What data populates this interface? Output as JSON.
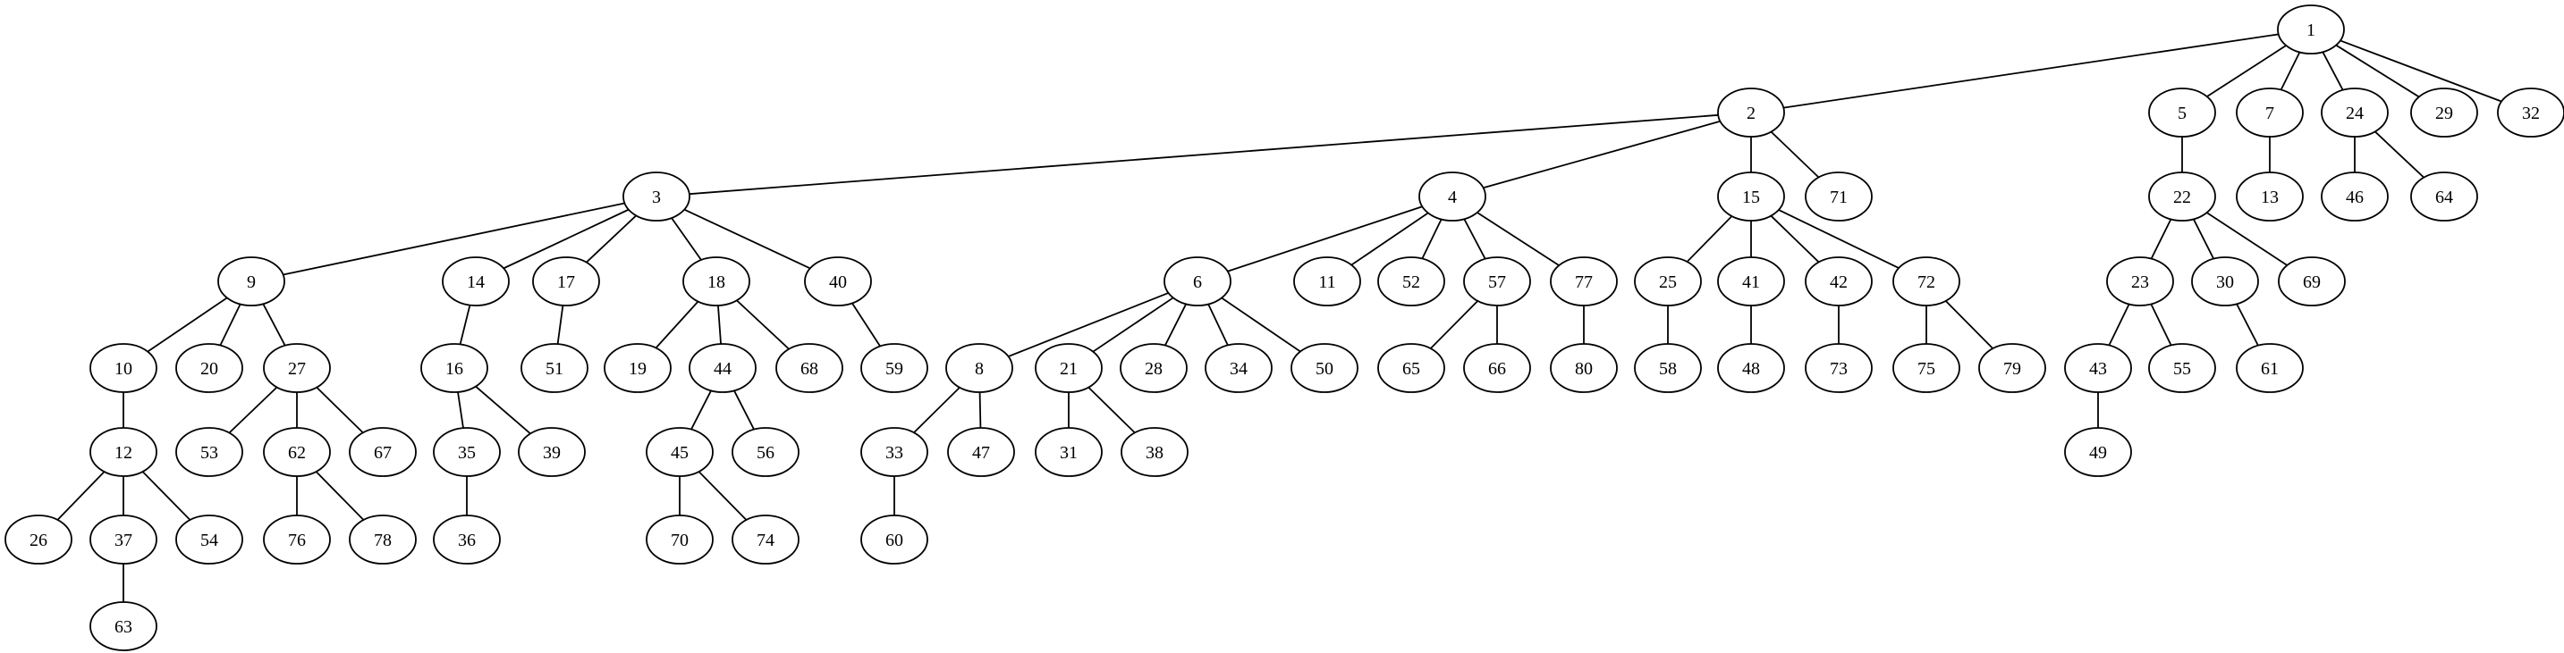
{
  "diagram": {
    "type": "tree",
    "colors": {
      "background": "#ffffff",
      "stroke": "#000000",
      "text": "#000000"
    },
    "nodes": [
      "1",
      "2",
      "5",
      "7",
      "24",
      "29",
      "32",
      "3",
      "4",
      "15",
      "71",
      "22",
      "13",
      "46",
      "64",
      "9",
      "14",
      "17",
      "18",
      "40",
      "6",
      "11",
      "52",
      "57",
      "77",
      "25",
      "41",
      "42",
      "72",
      "23",
      "30",
      "69",
      "10",
      "20",
      "27",
      "16",
      "51",
      "19",
      "44",
      "68",
      "59",
      "8",
      "21",
      "28",
      "34",
      "50",
      "65",
      "66",
      "80",
      "58",
      "48",
      "73",
      "75",
      "79",
      "43",
      "55",
      "61",
      "12",
      "53",
      "62",
      "67",
      "35",
      "39",
      "45",
      "56",
      "33",
      "47",
      "31",
      "38",
      "49",
      "26",
      "37",
      "54",
      "76",
      "78",
      "36",
      "70",
      "74",
      "60",
      "63"
    ],
    "edges": [
      [
        "1",
        "2"
      ],
      [
        "1",
        "5"
      ],
      [
        "1",
        "7"
      ],
      [
        "1",
        "24"
      ],
      [
        "1",
        "29"
      ],
      [
        "1",
        "32"
      ],
      [
        "2",
        "3"
      ],
      [
        "2",
        "4"
      ],
      [
        "2",
        "15"
      ],
      [
        "2",
        "71"
      ],
      [
        "5",
        "22"
      ],
      [
        "7",
        "13"
      ],
      [
        "24",
        "46"
      ],
      [
        "24",
        "64"
      ],
      [
        "3",
        "9"
      ],
      [
        "3",
        "14"
      ],
      [
        "3",
        "17"
      ],
      [
        "3",
        "18"
      ],
      [
        "3",
        "40"
      ],
      [
        "4",
        "6"
      ],
      [
        "4",
        "11"
      ],
      [
        "4",
        "52"
      ],
      [
        "4",
        "57"
      ],
      [
        "4",
        "77"
      ],
      [
        "15",
        "25"
      ],
      [
        "15",
        "41"
      ],
      [
        "15",
        "42"
      ],
      [
        "15",
        "72"
      ],
      [
        "22",
        "23"
      ],
      [
        "22",
        "30"
      ],
      [
        "22",
        "69"
      ],
      [
        "9",
        "10"
      ],
      [
        "9",
        "20"
      ],
      [
        "9",
        "27"
      ],
      [
        "14",
        "16"
      ],
      [
        "17",
        "51"
      ],
      [
        "18",
        "19"
      ],
      [
        "18",
        "44"
      ],
      [
        "18",
        "68"
      ],
      [
        "40",
        "59"
      ],
      [
        "6",
        "8"
      ],
      [
        "6",
        "21"
      ],
      [
        "6",
        "28"
      ],
      [
        "6",
        "34"
      ],
      [
        "6",
        "50"
      ],
      [
        "57",
        "65"
      ],
      [
        "57",
        "66"
      ],
      [
        "77",
        "80"
      ],
      [
        "25",
        "58"
      ],
      [
        "41",
        "48"
      ],
      [
        "42",
        "73"
      ],
      [
        "72",
        "75"
      ],
      [
        "72",
        "79"
      ],
      [
        "23",
        "43"
      ],
      [
        "23",
        "55"
      ],
      [
        "30",
        "61"
      ],
      [
        "10",
        "12"
      ],
      [
        "27",
        "53"
      ],
      [
        "27",
        "62"
      ],
      [
        "27",
        "67"
      ],
      [
        "16",
        "35"
      ],
      [
        "16",
        "39"
      ],
      [
        "44",
        "45"
      ],
      [
        "44",
        "56"
      ],
      [
        "8",
        "33"
      ],
      [
        "8",
        "47"
      ],
      [
        "21",
        "31"
      ],
      [
        "21",
        "38"
      ],
      [
        "43",
        "49"
      ],
      [
        "12",
        "26"
      ],
      [
        "12",
        "37"
      ],
      [
        "12",
        "54"
      ],
      [
        "62",
        "76"
      ],
      [
        "62",
        "78"
      ],
      [
        "35",
        "36"
      ],
      [
        "45",
        "70"
      ],
      [
        "45",
        "74"
      ],
      [
        "33",
        "60"
      ],
      [
        "37",
        "63"
      ]
    ]
  }
}
